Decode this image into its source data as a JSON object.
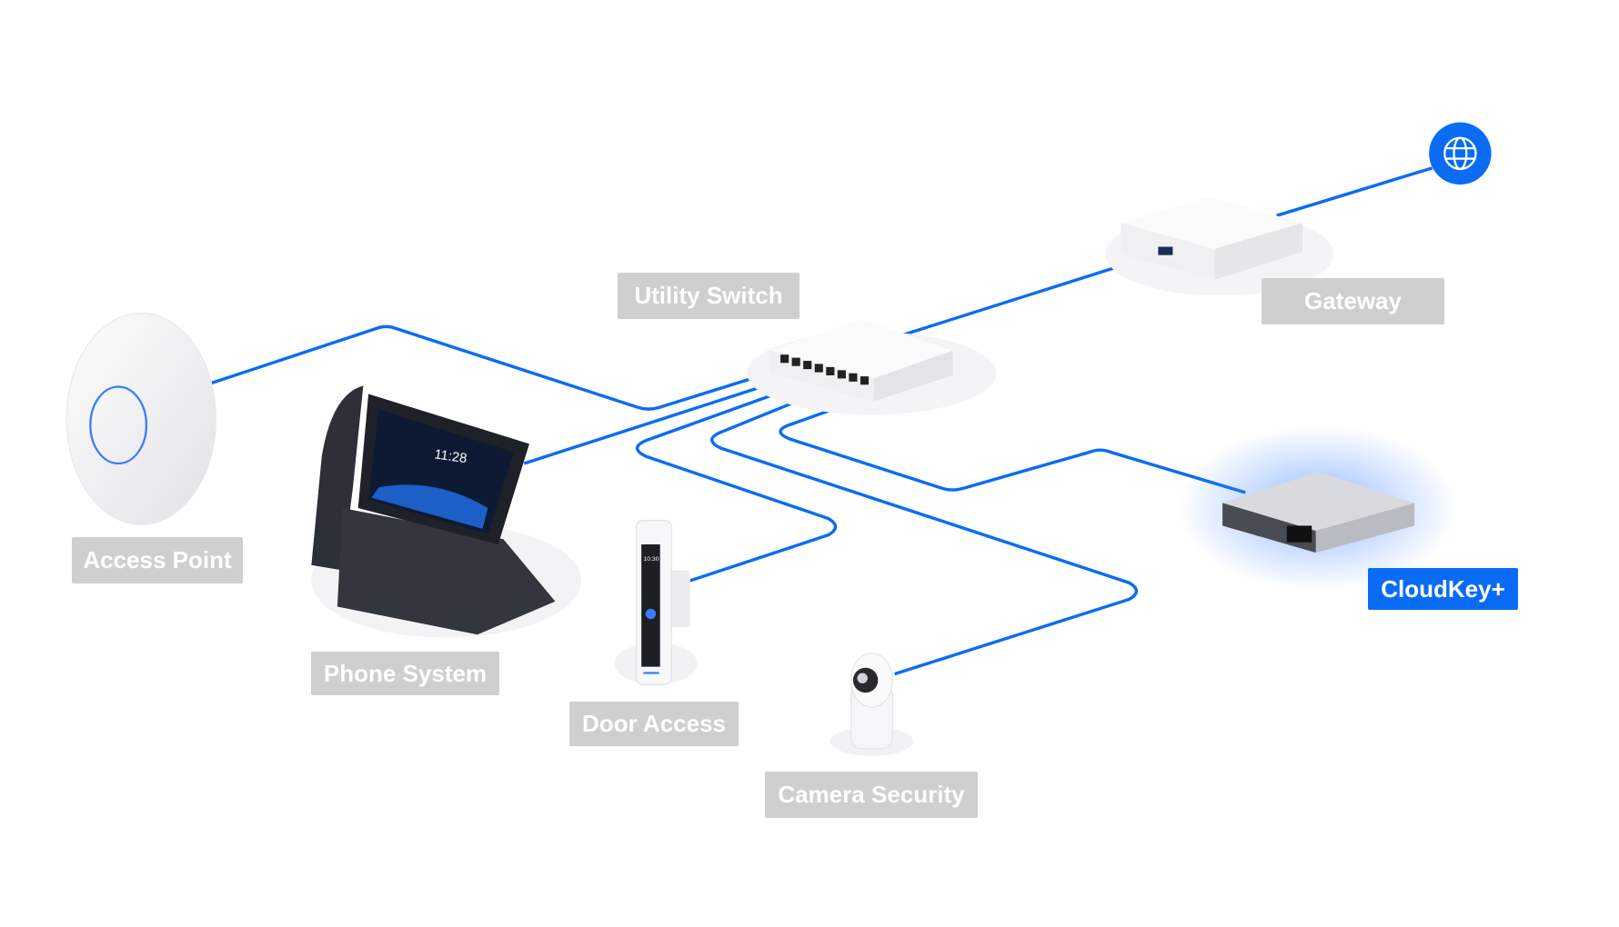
{
  "labels": {
    "utility_switch": "Utility Switch",
    "gateway": "Gateway",
    "access_point": "Access Point",
    "phone_system": "Phone System",
    "door_access": "Door Access",
    "camera_security": "Camera Security",
    "cloudkey": "CloudKey+"
  },
  "phone_screen_time": "11:28",
  "door_screen_time": "10:30",
  "colors": {
    "link": "#0a6cf5",
    "label_bg": "#cfcfcf",
    "active_label_bg": "#0a6cf5",
    "globe": "#0a6cf5"
  },
  "icons": {
    "internet": "globe-icon"
  }
}
